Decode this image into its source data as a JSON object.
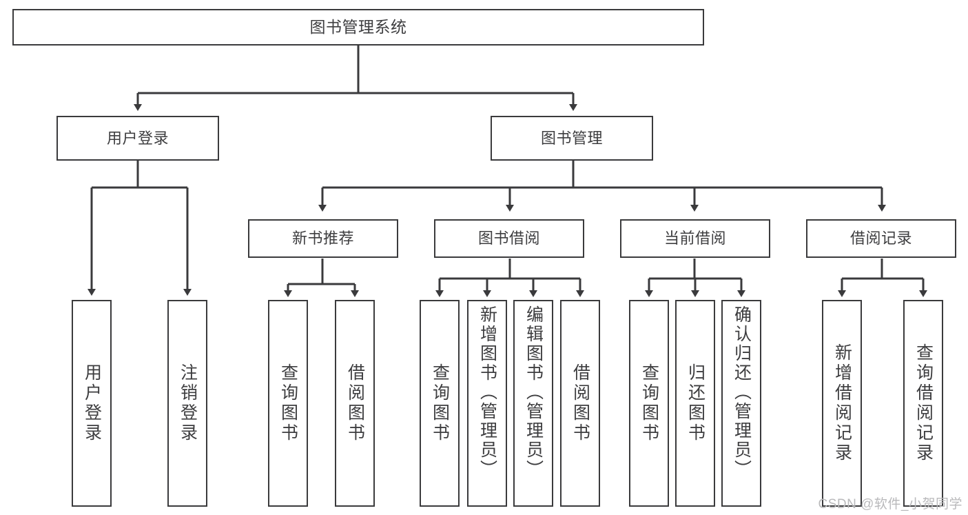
{
  "diagram": {
    "title": "图书管理系统",
    "type": "hierarchy-tree",
    "root": {
      "label": "图书管理系统"
    },
    "level2": [
      {
        "label": "用户登录"
      },
      {
        "label": "图书管理"
      }
    ],
    "level3": [
      {
        "label": "新书推荐"
      },
      {
        "label": "图书借阅"
      },
      {
        "label": "当前借阅"
      },
      {
        "label": "借阅记录"
      }
    ],
    "leaves": {
      "user_login": [
        {
          "label": "用户登录"
        },
        {
          "label": "注销登录"
        }
      ],
      "new_book_recommend": [
        {
          "label": "查询图书"
        },
        {
          "label": "借阅图书"
        }
      ],
      "book_borrow": [
        {
          "label": "查询图书"
        },
        {
          "label": "新增图书（管理员）"
        },
        {
          "label": "编辑图书（管理员）"
        },
        {
          "label": "借阅图书"
        }
      ],
      "current_borrow": [
        {
          "label": "查询图书"
        },
        {
          "label": "归还图书"
        },
        {
          "label": "确认归还（管理员）"
        }
      ],
      "borrow_record": [
        {
          "label": "新增借阅记录"
        },
        {
          "label": "查询借阅记录"
        }
      ]
    }
  },
  "watermark": {
    "text": "CSDN @软件_小贺同学"
  },
  "colors": {
    "stroke": "#3a3a3c",
    "text": "#3d3d3f",
    "background": "#ffffff",
    "watermark": "#b9b9bb"
  }
}
